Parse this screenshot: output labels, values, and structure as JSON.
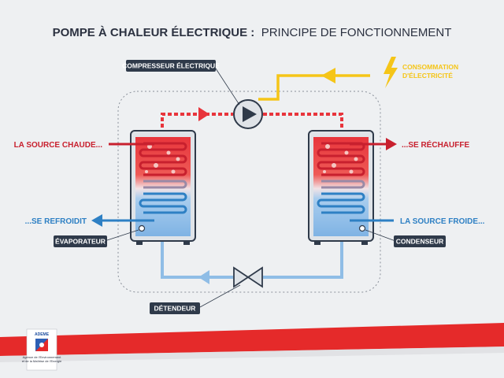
{
  "title": {
    "bold": "POMPE À CHALEUR ÉLECTRIQUE :",
    "light": "PRINCIPE DE FONCTIONNEMENT"
  },
  "labels": {
    "compresseur": "COMPRESSEUR ÉLECTRIQUE",
    "consommation_1": "CONSOMMATION",
    "consommation_2": "D'ÉLECTRICITÉ",
    "source_chaude": "LA SOURCE CHAUDE...",
    "se_rechauffe": "...SE RÉCHAUFFE",
    "se_refroidit": "...SE REFROIDIT",
    "source_froide": "LA SOURCE FROIDE...",
    "evaporateur": "ÉVAPORATEUR",
    "condenseur": "CONDENSEUR",
    "detendeur": "DÉTENDEUR"
  },
  "logo": {
    "name": "ADEME",
    "line1": "Agence de l'Environnement",
    "line2": "et de la Maîtrise de l'Energie"
  },
  "colors": {
    "hot": "#e8353c",
    "hot_dark": "#c8202e",
    "cold": "#2e80c4",
    "cold_light": "#8fbde6",
    "electric": "#f5c518",
    "dark_tag": "#2f3a4a",
    "band": "#e52a2a"
  },
  "icons": [
    "compressor-icon",
    "lightning-icon",
    "expansion-valve-icon",
    "ademe-logo"
  ]
}
